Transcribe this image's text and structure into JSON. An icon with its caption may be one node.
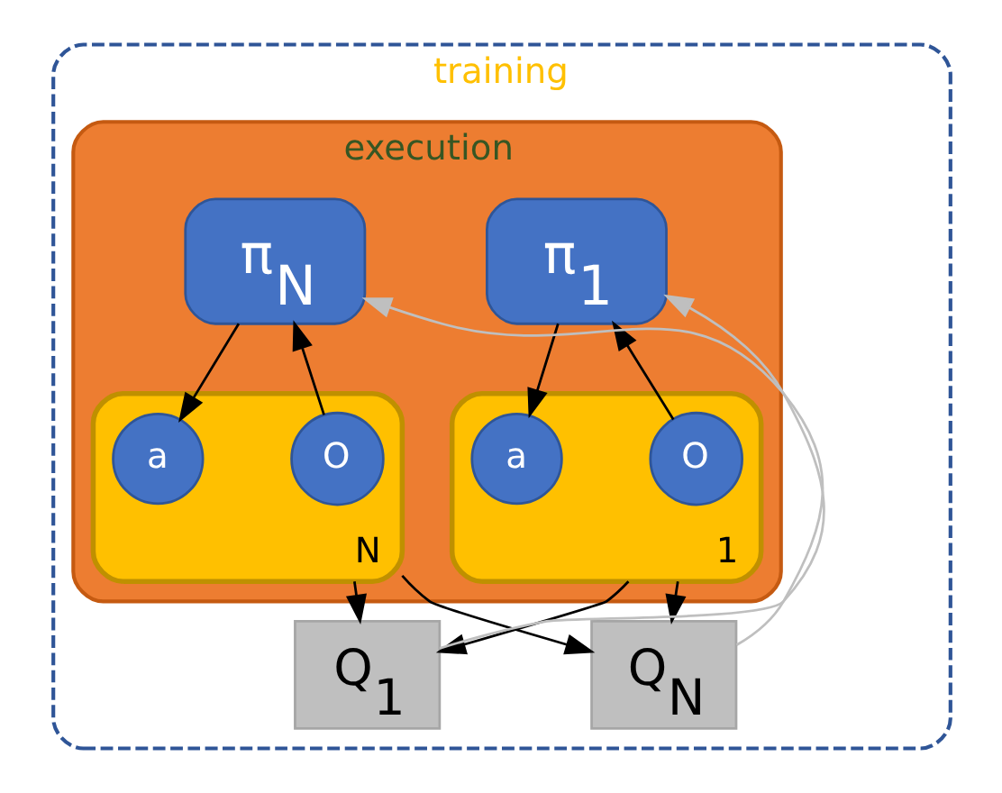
{
  "diagram": {
    "nodes": [
      {
        "text": [
          "training"
        ]
      },
      {
        "text": [
          "execution"
        ],
        "in": 0
      },
      {
        "text": [
          "π$_{1}$"
        ],
        "in": 1
      },
      {
        "text": [
          "π$_{N}$"
        ],
        "in": 1
      },
      {
        "text": [],
        "shape": "ellipse",
        "beside": [
          "1"
        ],
        "in": 1
      },
      {
        "text": [
          "O"
        ],
        "in": 4
      },
      {
        "text": [
          "a"
        ],
        "in": 4
      },
      {
        "text": [],
        "shape": "ellipse",
        "beside": [
          "N"
        ],
        "in": 1
      },
      {
        "text": [
          "O"
        ],
        "in": 7
      },
      {
        "text": [
          "a"
        ],
        "in": 7
      },
      {
        "text": [
          "Q$_{1}$"
        ],
        "in": 0
      },
      {
        "text": [
          "Q$_{N}$"
        ],
        "in": 0
      }
    ],
    "edges": [
      {
        "from": 5,
        "to": 2,
        "arrow": "to"
      },
      {
        "from": 2,
        "to": 6,
        "arrow": "to"
      },
      {
        "from": 8,
        "to": 3,
        "arrow": "to"
      },
      {
        "from": 3,
        "to": 9,
        "arrow": "to"
      },
      {
        "from": 4,
        "to": 10,
        "arrow": "to"
      },
      {
        "from": 4,
        "to": 11,
        "arrow": "to"
      },
      {
        "from": 7,
        "to": 10,
        "arrow": "to"
      },
      {
        "from": 7,
        "to": 11,
        "arrow": "to"
      },
      {
        "from": 10,
        "to": 2,
        "arrow": "to",
        "color": "#bfbfbf"
      },
      {
        "from": 11,
        "to": 3,
        "arrow": "to",
        "color": "#bfbfbf"
      }
    ]
  }
}
